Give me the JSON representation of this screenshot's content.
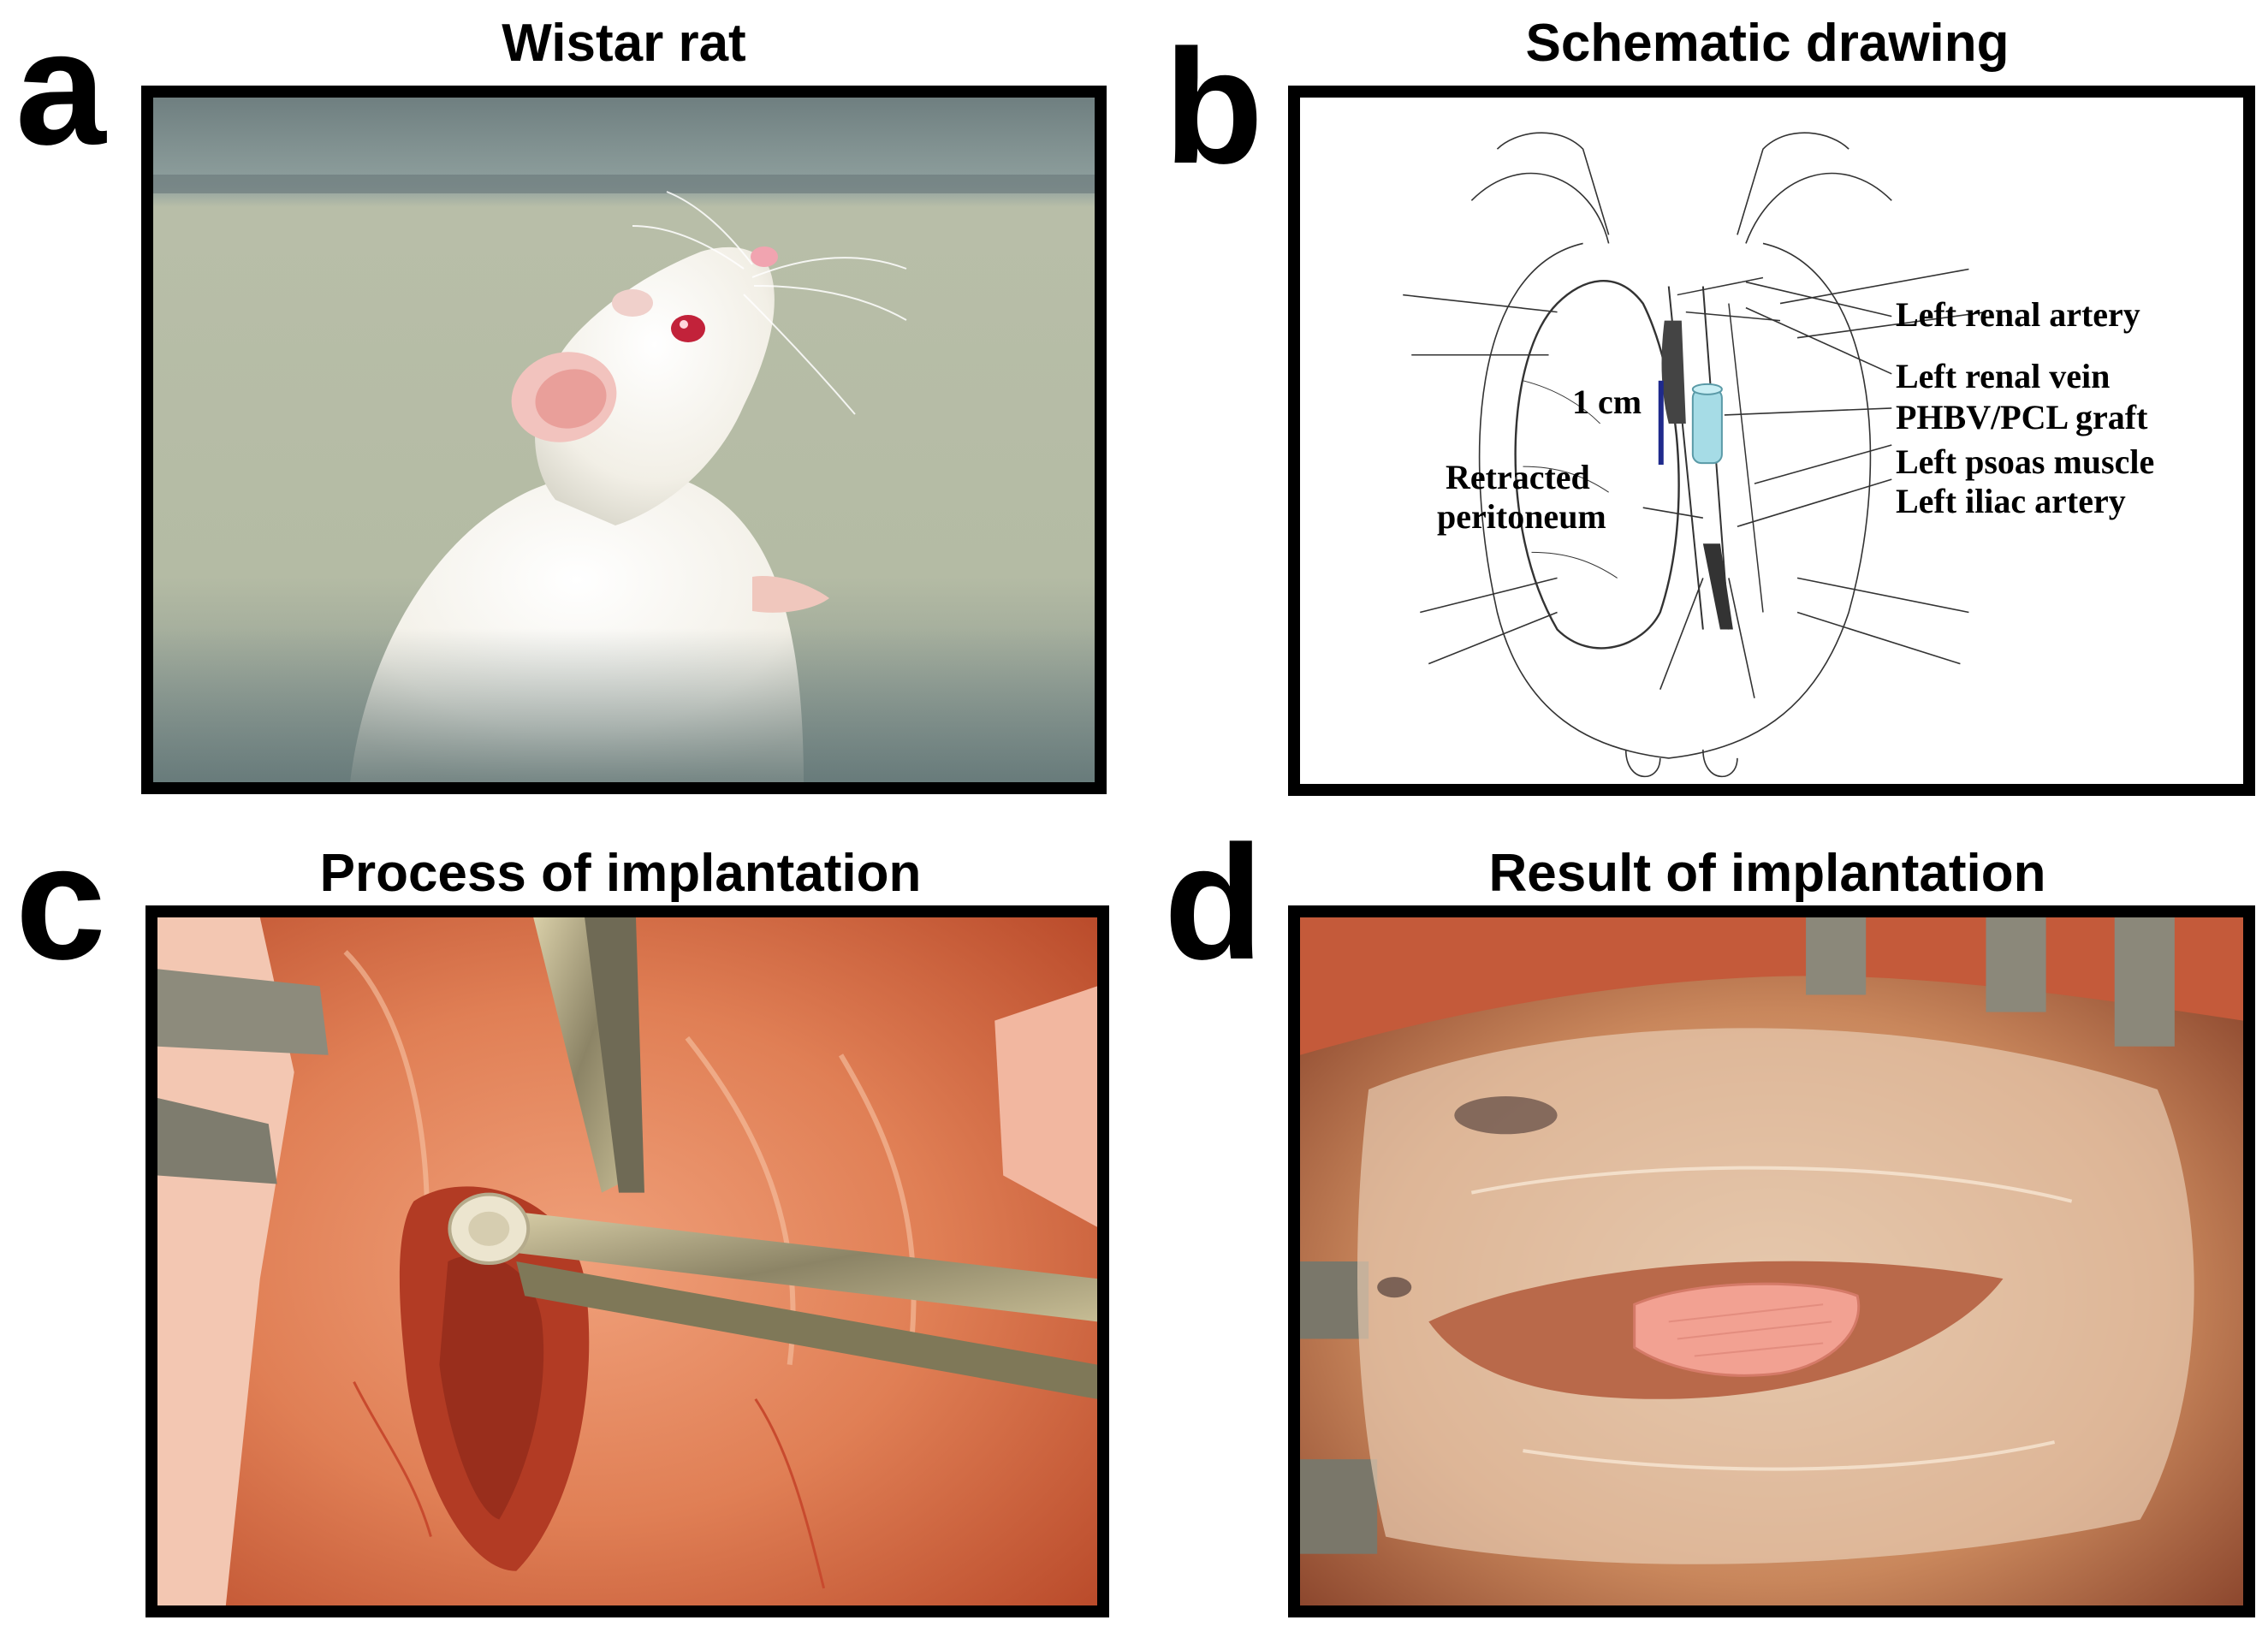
{
  "panels": [
    {
      "letter": "a",
      "title": "Wistar rat"
    },
    {
      "letter": "b",
      "title": "Schematic drawing"
    },
    {
      "letter": "c",
      "title": "Process of implantation"
    },
    {
      "letter": "d",
      "title": "Result of implantation"
    }
  ],
  "schematic": {
    "scale_label": "1 cm",
    "left_labels": [
      "Retracted",
      "peritoneum"
    ],
    "right_labels": [
      "Left renal artery",
      "Left renal vein",
      "PHBV/PCL graft",
      "Left psoas muscle",
      "Left iliac artery"
    ]
  },
  "colors": {
    "graft": "#a6dce6",
    "scale_bar": "#1f2a8c",
    "tissue": "#d9603c",
    "frame": "#000000"
  }
}
